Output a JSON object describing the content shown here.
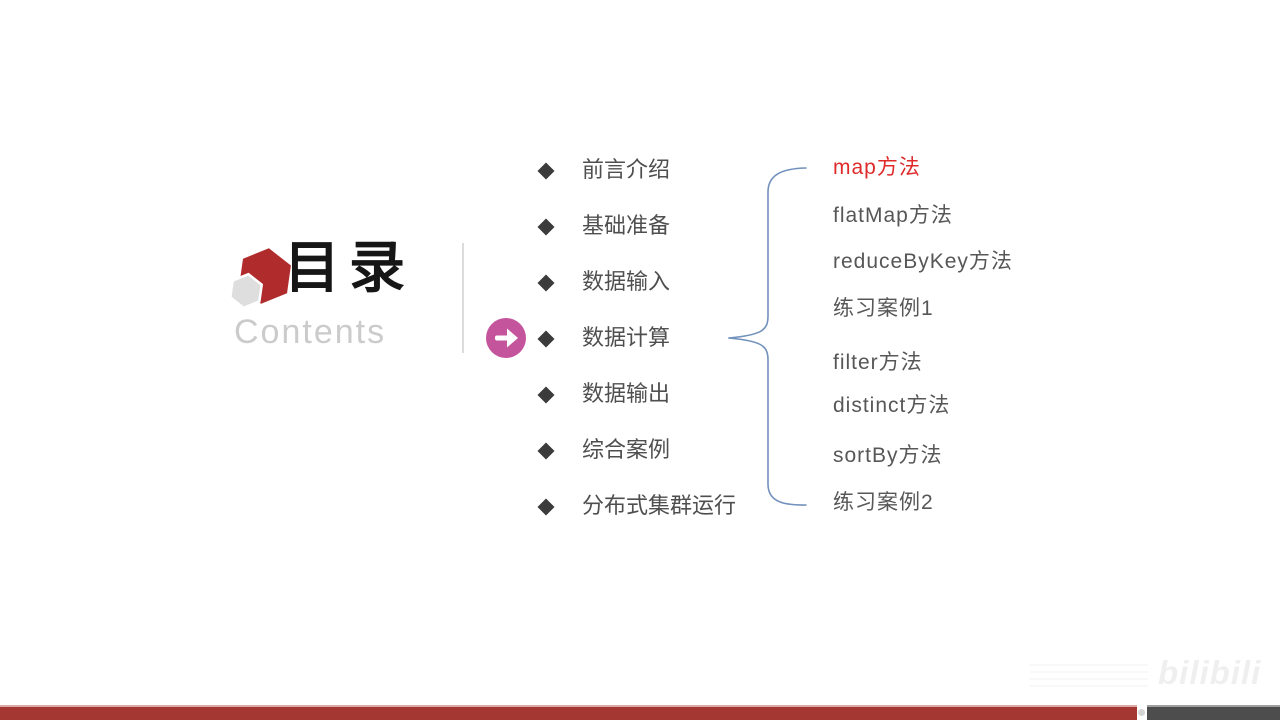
{
  "toc": {
    "title": "目录",
    "subtitle": "Contents"
  },
  "main_items": [
    {
      "label": "前言介绍",
      "active": false
    },
    {
      "label": "基础准备",
      "active": false
    },
    {
      "label": "数据输入",
      "active": false
    },
    {
      "label": "数据计算",
      "active": true
    },
    {
      "label": "数据输出",
      "active": false
    },
    {
      "label": "综合案例",
      "active": false
    },
    {
      "label": "分布式集群运行",
      "active": false
    }
  ],
  "sub_items": [
    {
      "label": "map方法",
      "highlight": true
    },
    {
      "label": "flatMap方法",
      "highlight": false
    },
    {
      "label": "reduceByKey方法",
      "highlight": false
    },
    {
      "label": "练习案例1",
      "highlight": false
    },
    {
      "label": "filter方法",
      "highlight": false
    },
    {
      "label": "distinct方法",
      "highlight": false
    },
    {
      "label": "sortBy方法",
      "highlight": false
    },
    {
      "label": "练习案例2",
      "highlight": false
    }
  ],
  "watermark": {
    "brand": "bilibili"
  },
  "colors": {
    "page_bg": "#ffffff",
    "accent_red": "#e02a2a",
    "logo_red": "#b02b2b",
    "logo_gray": "#dedede",
    "pointer_pink": "#c4549c",
    "brace_blue": "#7291bc",
    "bullet_dark": "#3b3b3b",
    "main_text": "#4f4f4f",
    "sub_text": "#575757",
    "title_text": "#161616",
    "subtitle_text": "#cbcbcb",
    "bar_red": "#a43732",
    "bar_gray": "#4d4d4d"
  }
}
